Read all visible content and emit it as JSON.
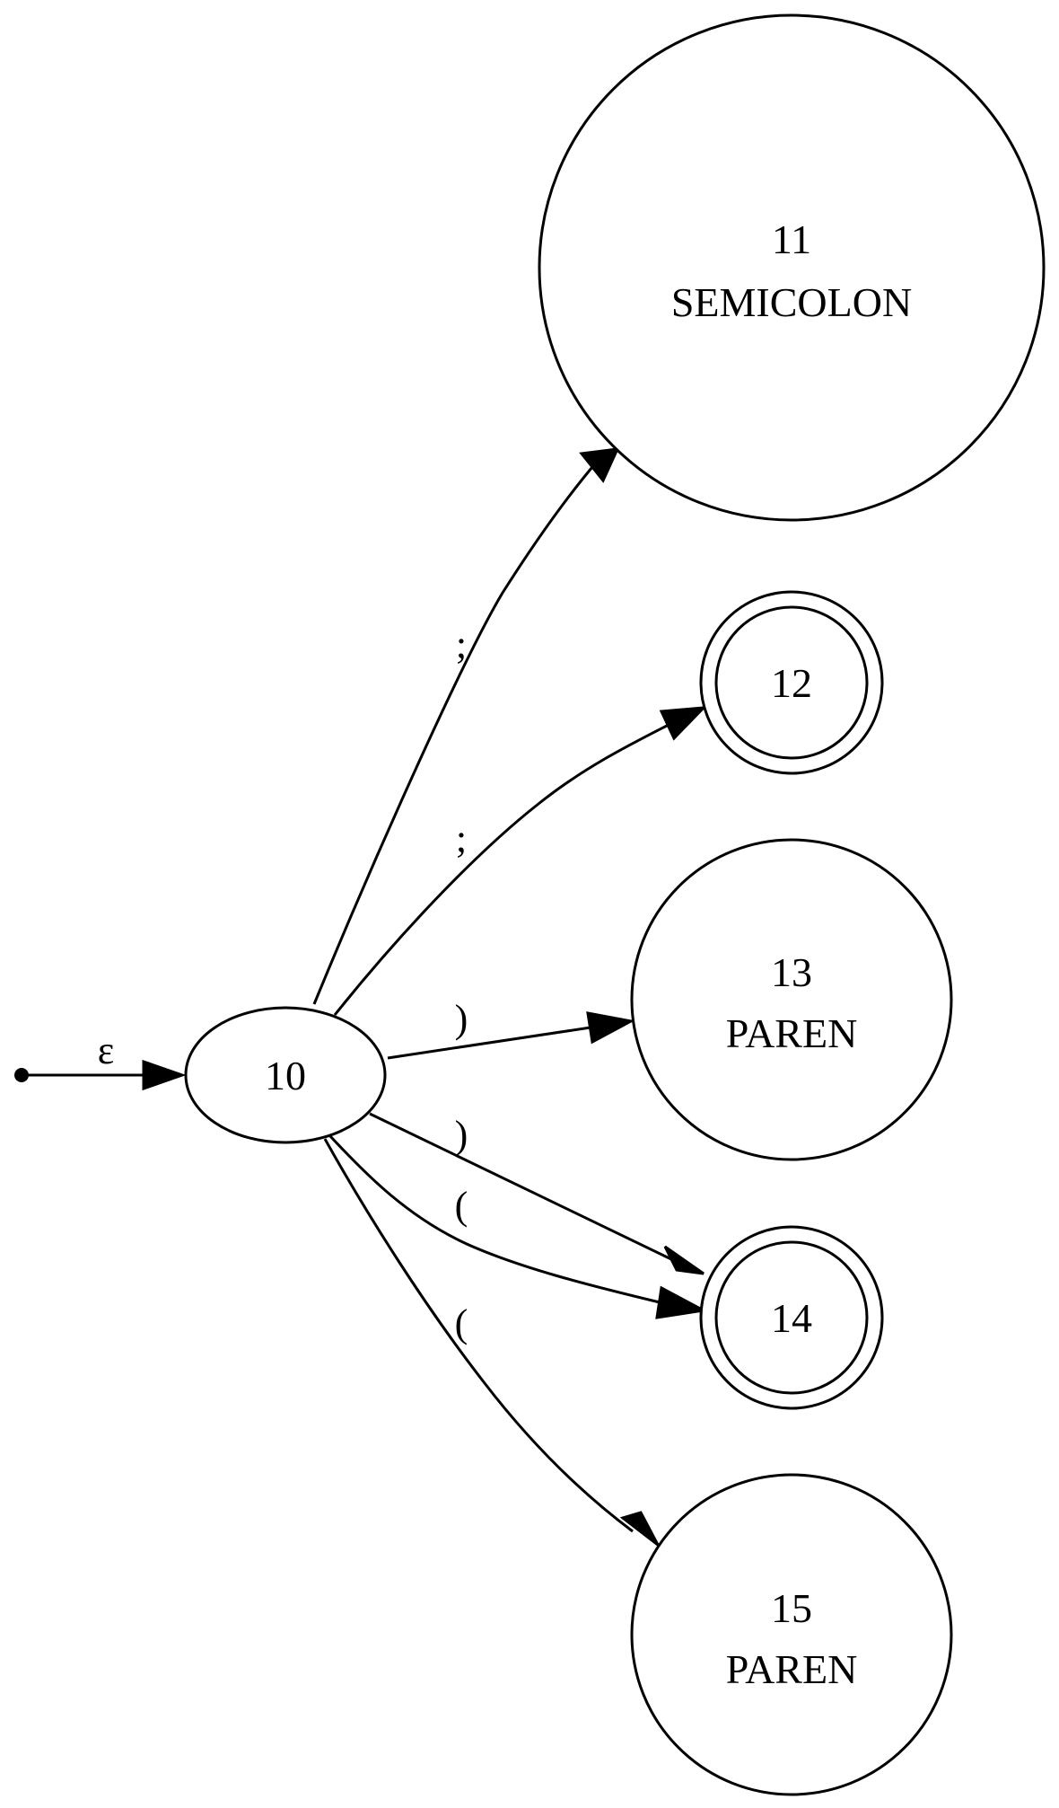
{
  "diagram": {
    "type": "state-machine",
    "start_edge_label": "ε",
    "nodes": [
      {
        "id": "10",
        "lines": [
          "10"
        ],
        "accepting": false
      },
      {
        "id": "11",
        "lines": [
          "11",
          "SEMICOLON"
        ],
        "accepting": false
      },
      {
        "id": "12",
        "lines": [
          "12"
        ],
        "accepting": true
      },
      {
        "id": "13",
        "lines": [
          "13",
          "PAREN"
        ],
        "accepting": false
      },
      {
        "id": "14",
        "lines": [
          "14"
        ],
        "accepting": true
      },
      {
        "id": "15",
        "lines": [
          "15",
          "PAREN"
        ],
        "accepting": false
      }
    ],
    "edges": [
      {
        "from": "10",
        "to": "11",
        "label": ";"
      },
      {
        "from": "10",
        "to": "12",
        "label": ";"
      },
      {
        "from": "10",
        "to": "13",
        "label": ")"
      },
      {
        "from": "10",
        "to": "14",
        "label": ")"
      },
      {
        "from": "10",
        "to": "14",
        "label": "("
      },
      {
        "from": "10",
        "to": "15",
        "label": "("
      }
    ]
  }
}
